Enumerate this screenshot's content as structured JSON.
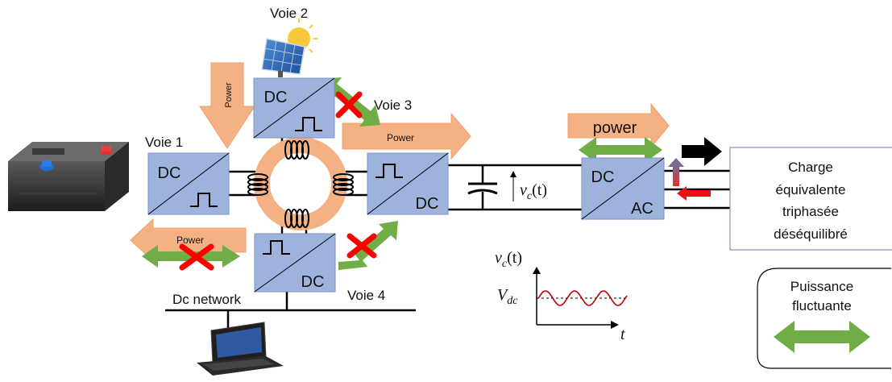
{
  "labels": {
    "lane1": "Voie 1",
    "lane2": "Voie 2",
    "lane3": "Voie 3",
    "lane4": "Voie 4",
    "dc_network": "Dc network"
  },
  "converters": {
    "dc": "DC",
    "ac": "AC"
  },
  "power_labels": {
    "lane1": "Power",
    "lane2": "Power",
    "lane3": "Power",
    "output": "power"
  },
  "capacitor_voltage": {
    "name": "v",
    "sub": "c",
    "arg": "(t)"
  },
  "waveform": {
    "y_name": "v",
    "y_sub": "c",
    "y_arg": "(t)",
    "level_name": "V",
    "level_sub": "dc",
    "x_label": "t"
  },
  "load": {
    "line1": "Charge",
    "line2": "équivalente",
    "line3": "triphasée",
    "line4": "déséquilibré"
  },
  "legend": {
    "line1": "Puissance",
    "line2": "fluctuante"
  },
  "colors": {
    "converter_fill": "#9db3dc",
    "converter_stroke": "#7f93c2",
    "power_arrow": "#f4b183",
    "fluctuating_arrow": "#70ad47",
    "blocked_cross": "#ff0000",
    "core_ring": "#f4b183",
    "sine_wave": "#c00000"
  },
  "icons": [
    "battery-icon",
    "solar-panel-icon",
    "laptop-icon"
  ]
}
